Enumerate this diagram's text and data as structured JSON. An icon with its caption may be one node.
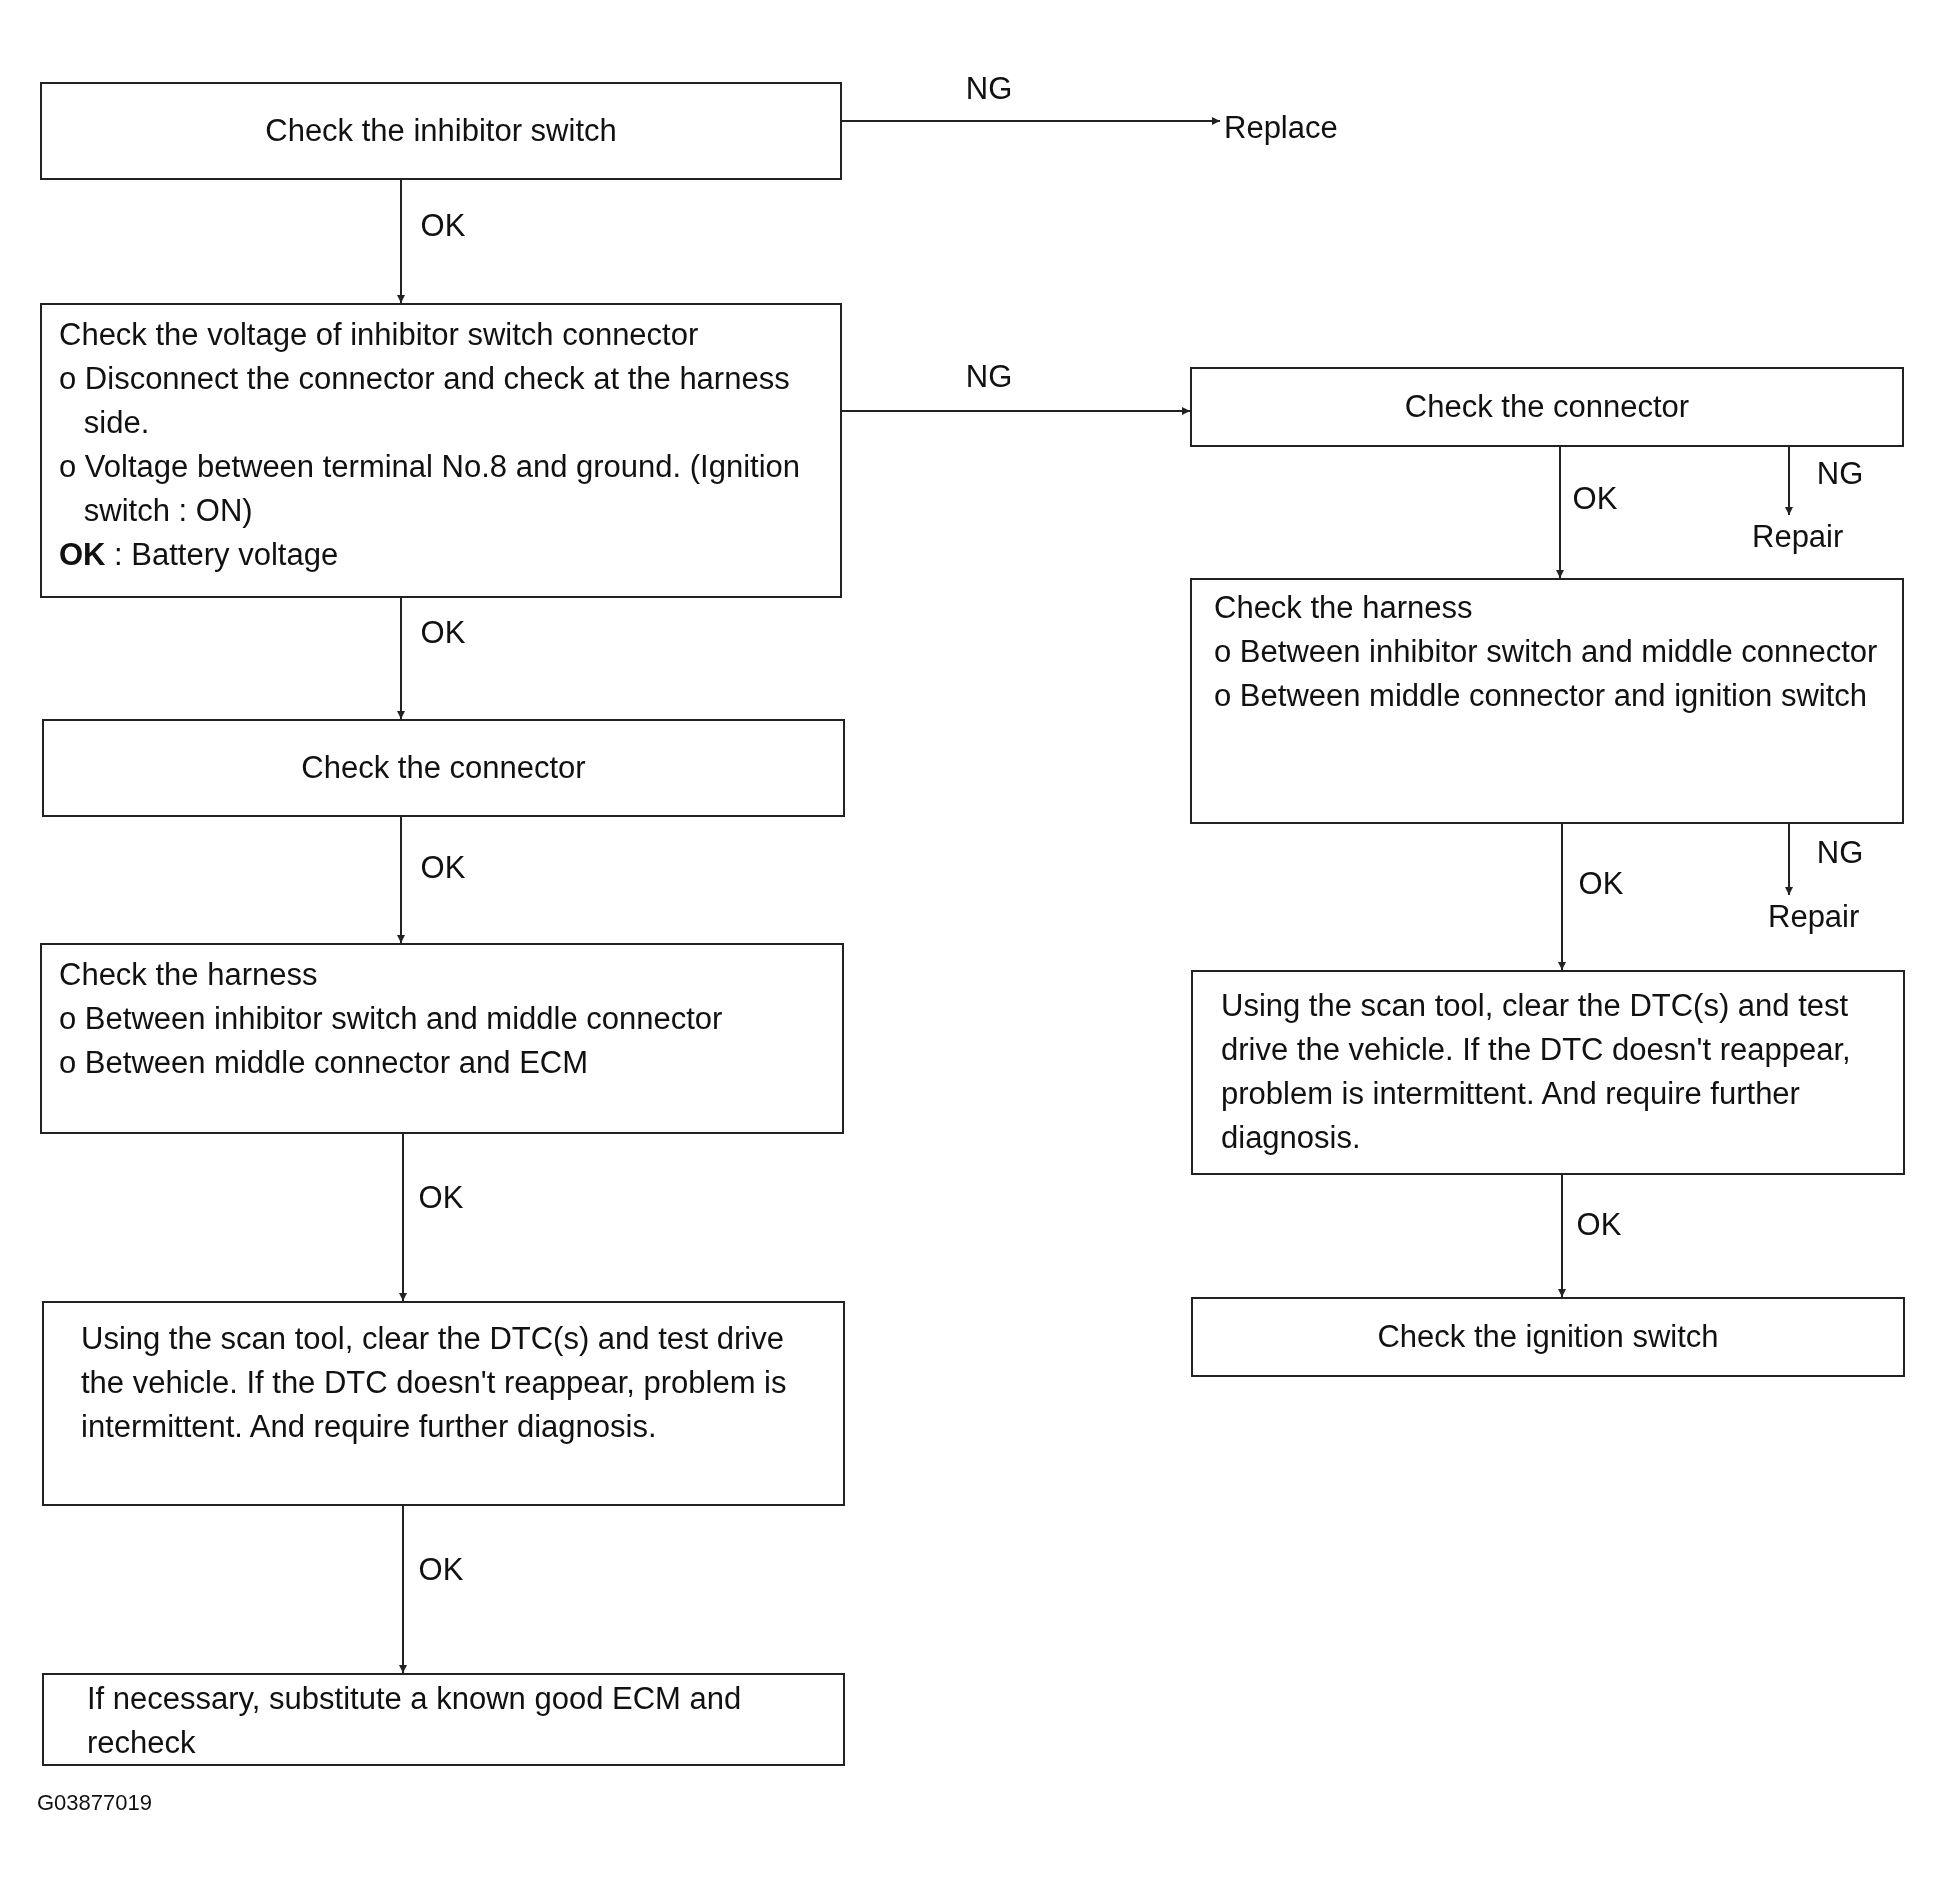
{
  "diagram": {
    "nodes": [
      {
        "text": [
          "Check the inhibitor switch"
        ]
      },
      {
        "text": [
          "Replace"
        ]
      },
      {
        "text": [
          "Check the voltage of inhibitor switch connector",
          "o Disconnect the connector and check at the harness side.",
          "o Voltage between terminal No.8 and ground. (Ignition switch : ON)",
          "**OK** : Battery voltage"
        ]
      },
      {
        "text": [
          "Check the connector"
        ]
      },
      {
        "text": [
          "Check the harness",
          "o Between inhibitor switch and middle connector",
          "o Between middle connector and ECM"
        ]
      },
      {
        "text": [
          "Using the scan tool, clear the DTC(s) and test drive the vehicle. If the DTC doesn't reappear, problem is intermittent. And require further diagnosis."
        ]
      },
      {
        "text": [
          "If necessary, substitute a known good ECM and recheck"
        ]
      },
      {
        "text": [
          "Check the connector"
        ]
      },
      {
        "text": [
          "Repair"
        ]
      },
      {
        "text": [
          "Check the harness",
          "o Between inhibitor switch and middle connector",
          "o Between middle connector and ignition switch"
        ]
      },
      {
        "text": [
          "Repair"
        ]
      },
      {
        "text": [
          "Using the scan tool, clear the DTC(s) and test drive the vehicle. If the DTC doesn't reappear, problem is intermittent. And require further diagnosis."
        ]
      },
      {
        "text": [
          "Check the ignition switch"
        ]
      }
    ],
    "edges": [
      {
        "from": 0,
        "to": 1,
        "arrow": "to",
        "label": "NG"
      },
      {
        "from": 0,
        "to": 2,
        "arrow": "to",
        "label": "OK"
      },
      {
        "from": 2,
        "to": 7,
        "arrow": "to",
        "label": "NG"
      },
      {
        "from": 2,
        "to": 3,
        "arrow": "to",
        "label": "OK"
      },
      {
        "from": 3,
        "to": 4,
        "arrow": "to",
        "label": "OK"
      },
      {
        "from": 4,
        "to": 5,
        "arrow": "to",
        "label": "OK"
      },
      {
        "from": 5,
        "to": 6,
        "arrow": "to",
        "label": "OK"
      },
      {
        "from": 7,
        "to": 9,
        "arrow": "to",
        "label": "OK"
      },
      {
        "from": 7,
        "to": 8,
        "arrow": "to",
        "label": "NG"
      },
      {
        "from": 9,
        "to": 11,
        "arrow": "to",
        "label": "OK"
      },
      {
        "from": 9,
        "to": 10,
        "arrow": "to",
        "label": "NG"
      },
      {
        "from": 11,
        "to": 12,
        "arrow": "to",
        "label": "OK"
      }
    ],
    "labels": [
      "G03877019"
    ]
  }
}
